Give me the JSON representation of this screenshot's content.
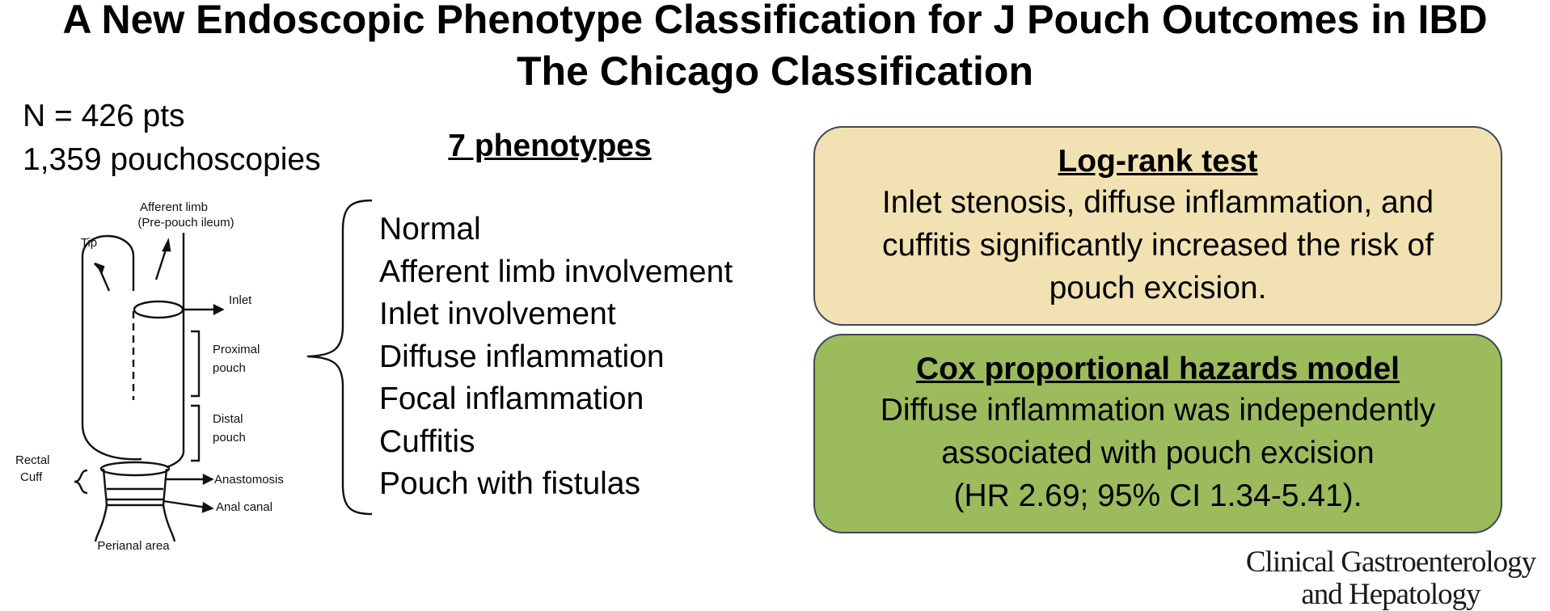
{
  "title": {
    "line1": "A New Endoscopic Phenotype Classification for J Pouch Outcomes in IBD",
    "line2": "The Chicago Classification"
  },
  "stats": {
    "patients": "N = 426 pts",
    "pouchoscopies": "1,359 pouchoscopies"
  },
  "diagram": {
    "labels": {
      "afferent_limb": "Afferent limb",
      "pre_pouch": "(Pre-pouch ileum)",
      "tip": "Tip",
      "inlet": "Inlet",
      "proximal_1": "Proximal",
      "proximal_2": "pouch",
      "distal_1": "Distal",
      "distal_2": "pouch",
      "rectal_1": "Rectal",
      "rectal_2": "Cuff",
      "anastomosis": "Anastomosis",
      "anal_canal": "Anal canal",
      "perianal": "Perianal area"
    }
  },
  "phenotypes": {
    "heading": "7 phenotypes",
    "items": [
      "Normal",
      "Afferent limb involvement",
      "Inlet involvement",
      "Diffuse inflammation",
      "Focal inflammation",
      "Cuffitis",
      "Pouch with fistulas"
    ]
  },
  "logrank": {
    "heading": "Log-rank test",
    "text": "Inlet stenosis, diffuse inflammation, and\ncuffitis significantly increased the risk of\npouch excision.",
    "color": "#f2e2b3"
  },
  "cox": {
    "heading": "Cox proportional hazards model",
    "text": "Diffuse inflammation was independently\nassociated with pouch excision\n(HR 2.69; 95% CI 1.34-5.41).",
    "color": "#9cbb5c"
  },
  "journal": {
    "line1": "Clinical Gastroenterology",
    "line2": "and Hepatology"
  }
}
